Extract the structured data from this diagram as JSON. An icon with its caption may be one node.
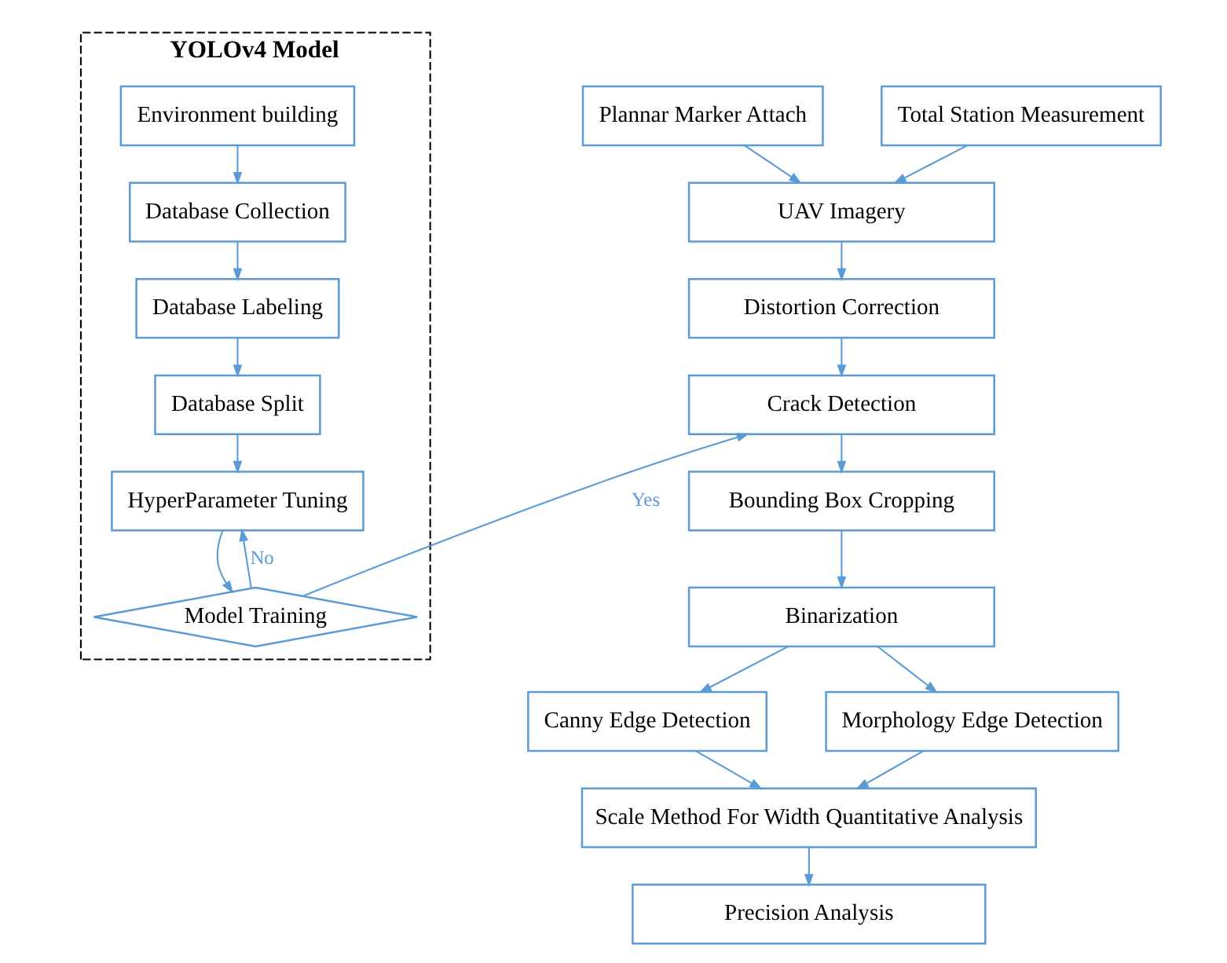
{
  "diagram": {
    "nodes": [
      {
        "text": [
          "YOLOv4 Model"
        ]
      },
      {
        "text": [
          "Environment building"
        ],
        "in": 0
      },
      {
        "text": [
          "Database Collection"
        ],
        "in": 0
      },
      {
        "text": [
          "Database Labeling"
        ],
        "in": 0
      },
      {
        "text": [
          "Database Split"
        ],
        "in": 0
      },
      {
        "text": [
          "HyperParameter Tuning"
        ],
        "in": 0
      },
      {
        "text": [
          "Model Training"
        ],
        "in": 0
      },
      {
        "text": [
          "Plannar Marker Attach"
        ]
      },
      {
        "text": [
          "Total Station Measurement"
        ]
      },
      {
        "text": [
          "UAV Imagery"
        ]
      },
      {
        "text": [
          "Distortion Correction"
        ]
      },
      {
        "text": [
          "Crack Detection"
        ]
      },
      {
        "text": [
          "Bounding Box Cropping"
        ]
      },
      {
        "text": [
          "Binarization"
        ]
      },
      {
        "text": [
          "Canny Edge Detection"
        ]
      },
      {
        "text": [
          "Morphology Edge Detection"
        ]
      },
      {
        "text": [
          "Scale Method For Width Quantitative Analysis"
        ]
      },
      {
        "text": [
          "Precision Analysis"
        ]
      }
    ],
    "edges": [
      {
        "from": 1,
        "to": 2,
        "arrow": "to"
      },
      {
        "from": 2,
        "to": 3,
        "arrow": "to"
      },
      {
        "from": 3,
        "to": 4,
        "arrow": "to"
      },
      {
        "from": 4,
        "to": 5,
        "arrow": "to"
      },
      {
        "from": 5,
        "to": 6,
        "arrow": "to"
      },
      {
        "from": 6,
        "to": 5,
        "arrow": "to",
        "label": "No"
      },
      {
        "from": 6,
        "to": 11,
        "arrow": "to",
        "label": "Yes"
      },
      {
        "from": 7,
        "to": 9,
        "arrow": "to"
      },
      {
        "from": 8,
        "to": 9,
        "arrow": "to"
      },
      {
        "from": 9,
        "to": 10,
        "arrow": "to"
      },
      {
        "from": 10,
        "to": 11,
        "arrow": "to"
      },
      {
        "from": 11,
        "to": 12,
        "arrow": "to"
      },
      {
        "from": 12,
        "to": 13,
        "arrow": "to"
      },
      {
        "from": 13,
        "to": 14,
        "arrow": "to"
      },
      {
        "from": 13,
        "to": 15,
        "arrow": "to"
      },
      {
        "from": 14,
        "to": 16,
        "arrow": "to"
      },
      {
        "from": 15,
        "to": 16,
        "arrow": "to"
      },
      {
        "from": 16,
        "to": 17,
        "arrow": "to"
      }
    ]
  }
}
